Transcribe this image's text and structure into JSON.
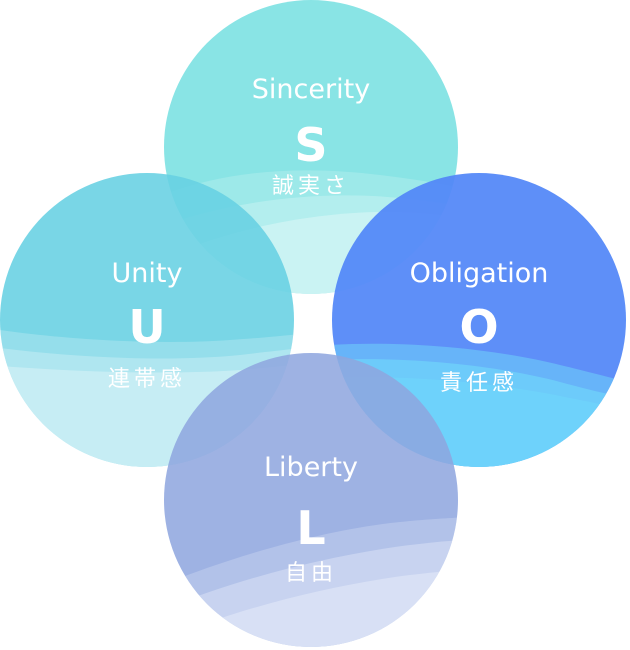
{
  "circles": [
    {
      "key": "sincerity",
      "word": "Sincerity",
      "letter": "S",
      "japanese": "誠実さ",
      "color": "#83E3E4",
      "wave_color": "#DDF8F8"
    },
    {
      "key": "unity",
      "word": "Unity",
      "letter": "U",
      "japanese": "連帯感",
      "color": "#66D0E2",
      "wave_color": "#D8F3F8"
    },
    {
      "key": "obligation",
      "word": "Obligation",
      "letter": "O",
      "japanese": "責任感",
      "color": "#5287F8",
      "wave_color": "#6FD3FA"
    },
    {
      "key": "liberty",
      "word": "Liberty",
      "letter": "L",
      "japanese": "自由",
      "color": "#8EA5DE",
      "wave_color": "#E2E9F8"
    }
  ]
}
